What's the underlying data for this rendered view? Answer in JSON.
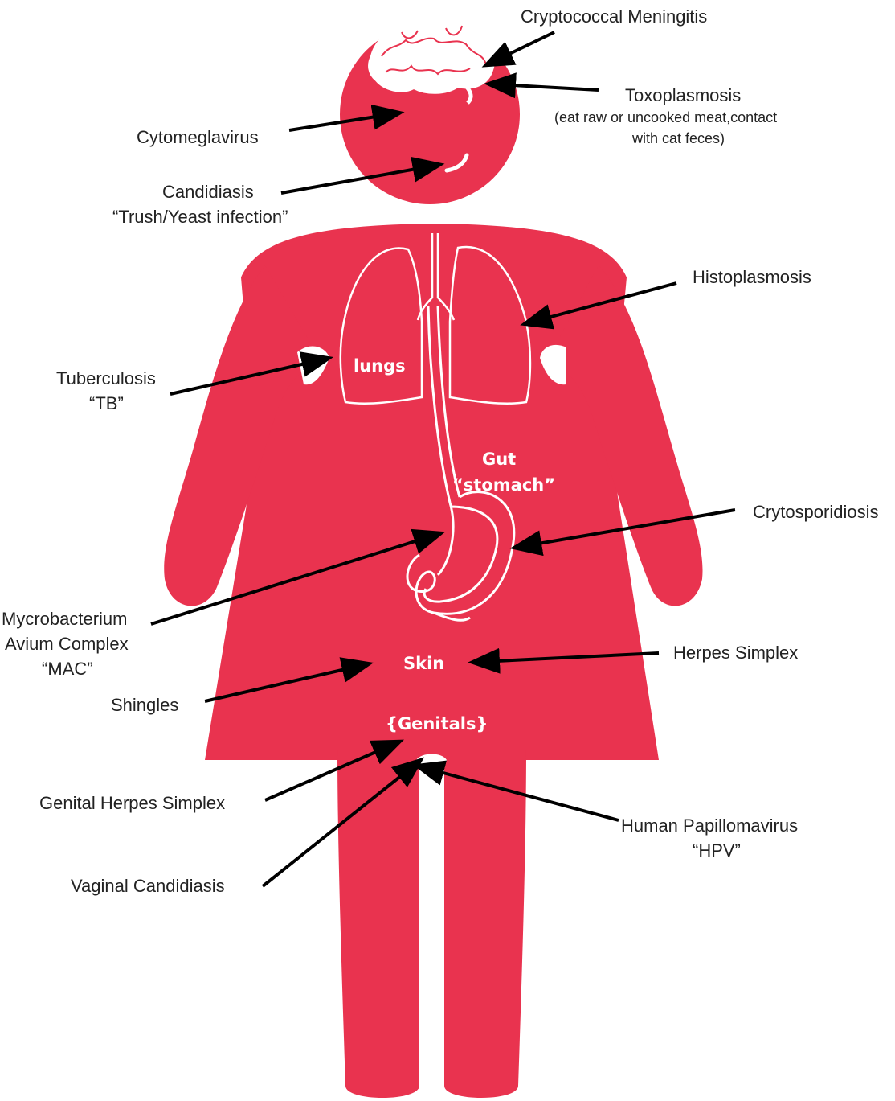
{
  "colors": {
    "body": "#e9334f",
    "organ_outline": "#ffffff",
    "arrow": "#000000",
    "text": "#222222"
  },
  "organs": {
    "lungs": "lungs",
    "gut": "Gut",
    "stomach": "“stomach”",
    "skin": "Skin",
    "genitals": "{Genitals}"
  },
  "labels": {
    "cryptococcal": "Cryptococcal Meningitis",
    "toxoplasmosis": "Toxoplasmosis",
    "toxoplasmosis_note_1": "(eat  raw or uncooked meat,contact",
    "toxoplasmosis_note_2": "with cat feces)",
    "cytomegalavirus": "Cytomeglavirus",
    "candidiasis": "Candidiasis",
    "candidiasis_note": "“Trush/Yeast infection”",
    "histoplasmosis": "Histoplasmosis",
    "tuberculosis": "Tuberculosis",
    "tuberculosis_note": "“TB”",
    "crytosporidiosis": "Crytosporidiosis",
    "mac_1": "Mycrobacterium",
    "mac_2": "Avium Complex",
    "mac_3": "“MAC”",
    "herpes_simplex": "Herpes Simplex",
    "shingles": "Shingles",
    "genital_herpes": "Genital Herpes Simplex",
    "hpv_1": "Human Papillomavirus",
    "hpv_2": "“HPV”",
    "vaginal_candidiasis": "Vaginal Candidiasis"
  },
  "icons": [
    "brain-icon",
    "lungs-icon",
    "esophagus-icon",
    "stomach-icon"
  ]
}
